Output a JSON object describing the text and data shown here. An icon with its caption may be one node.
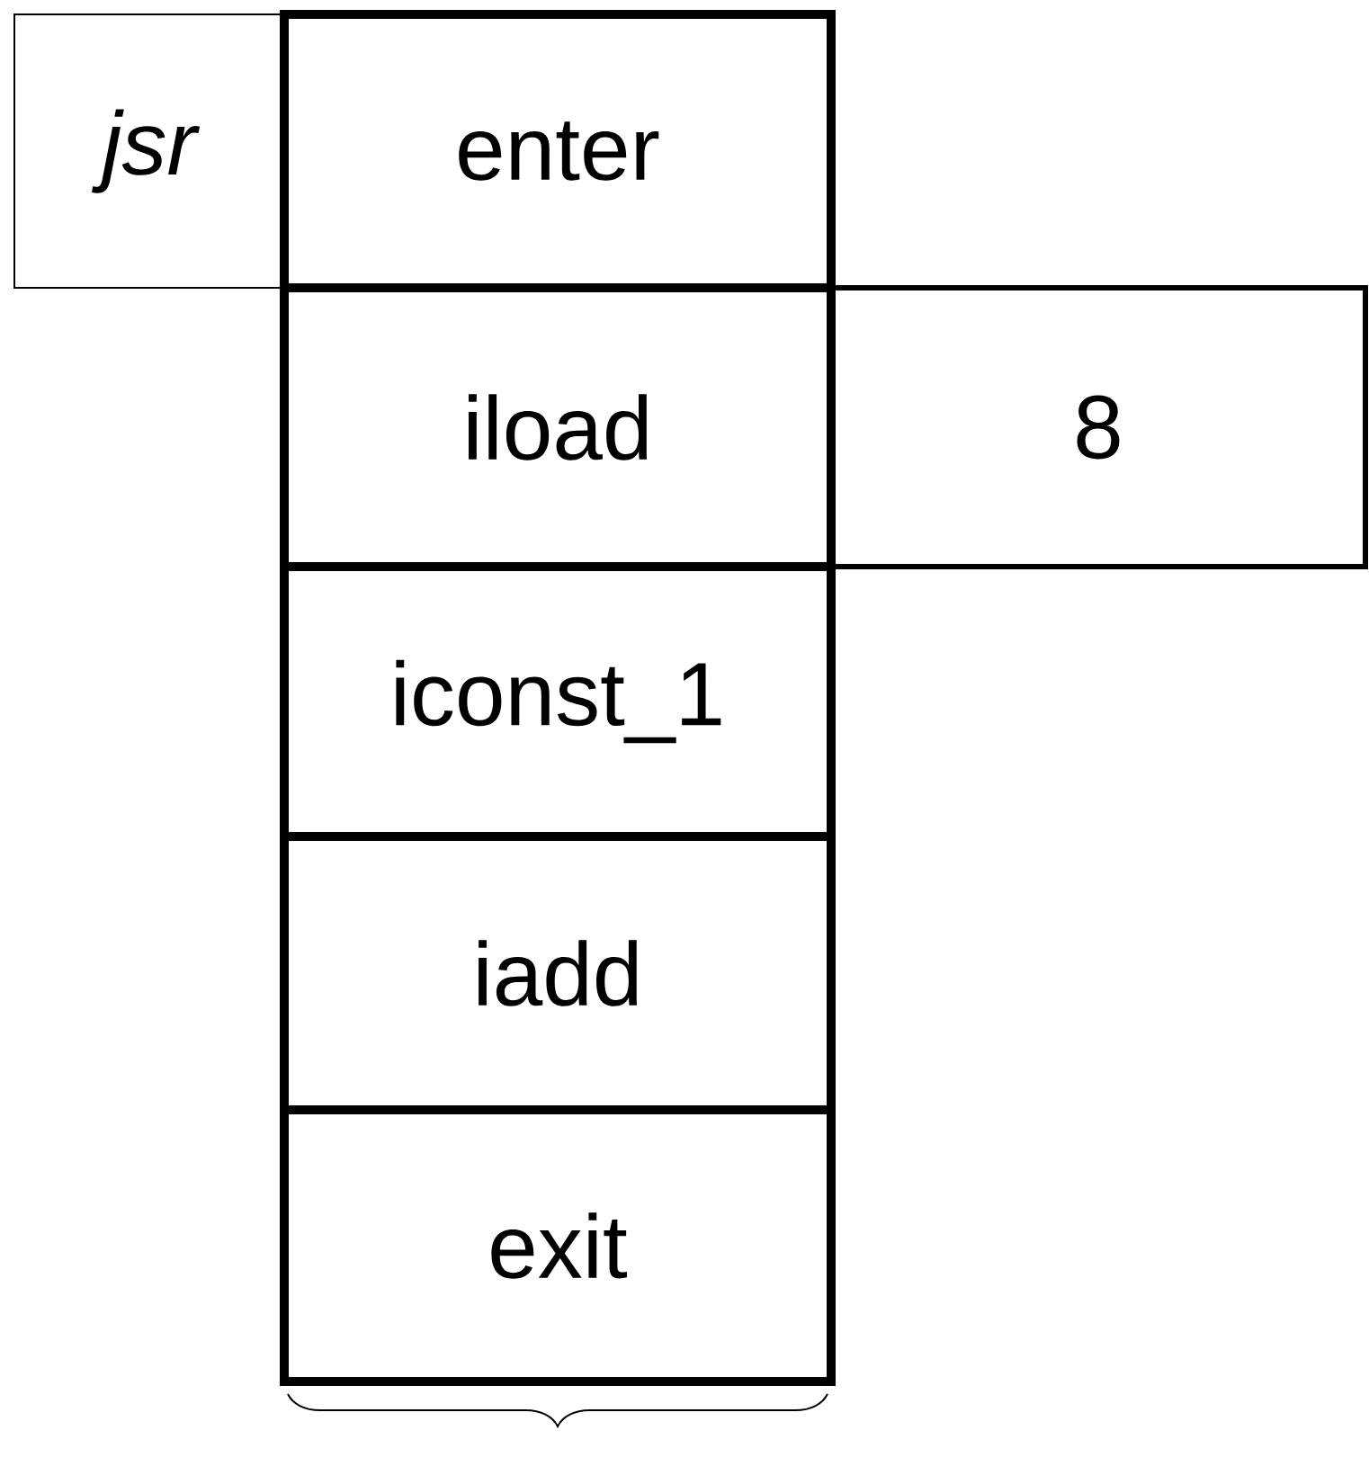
{
  "diagram": {
    "nodes": [
      {
        "text": [
          "jsr"
        ]
      },
      {
        "text": [
          "enter"
        ]
      },
      {
        "text": [
          "iload"
        ]
      },
      {
        "text": [
          "8"
        ]
      },
      {
        "text": [
          "iconst_1"
        ]
      },
      {
        "text": [
          "iadd"
        ]
      },
      {
        "text": [
          "exit"
        ]
      }
    ]
  }
}
